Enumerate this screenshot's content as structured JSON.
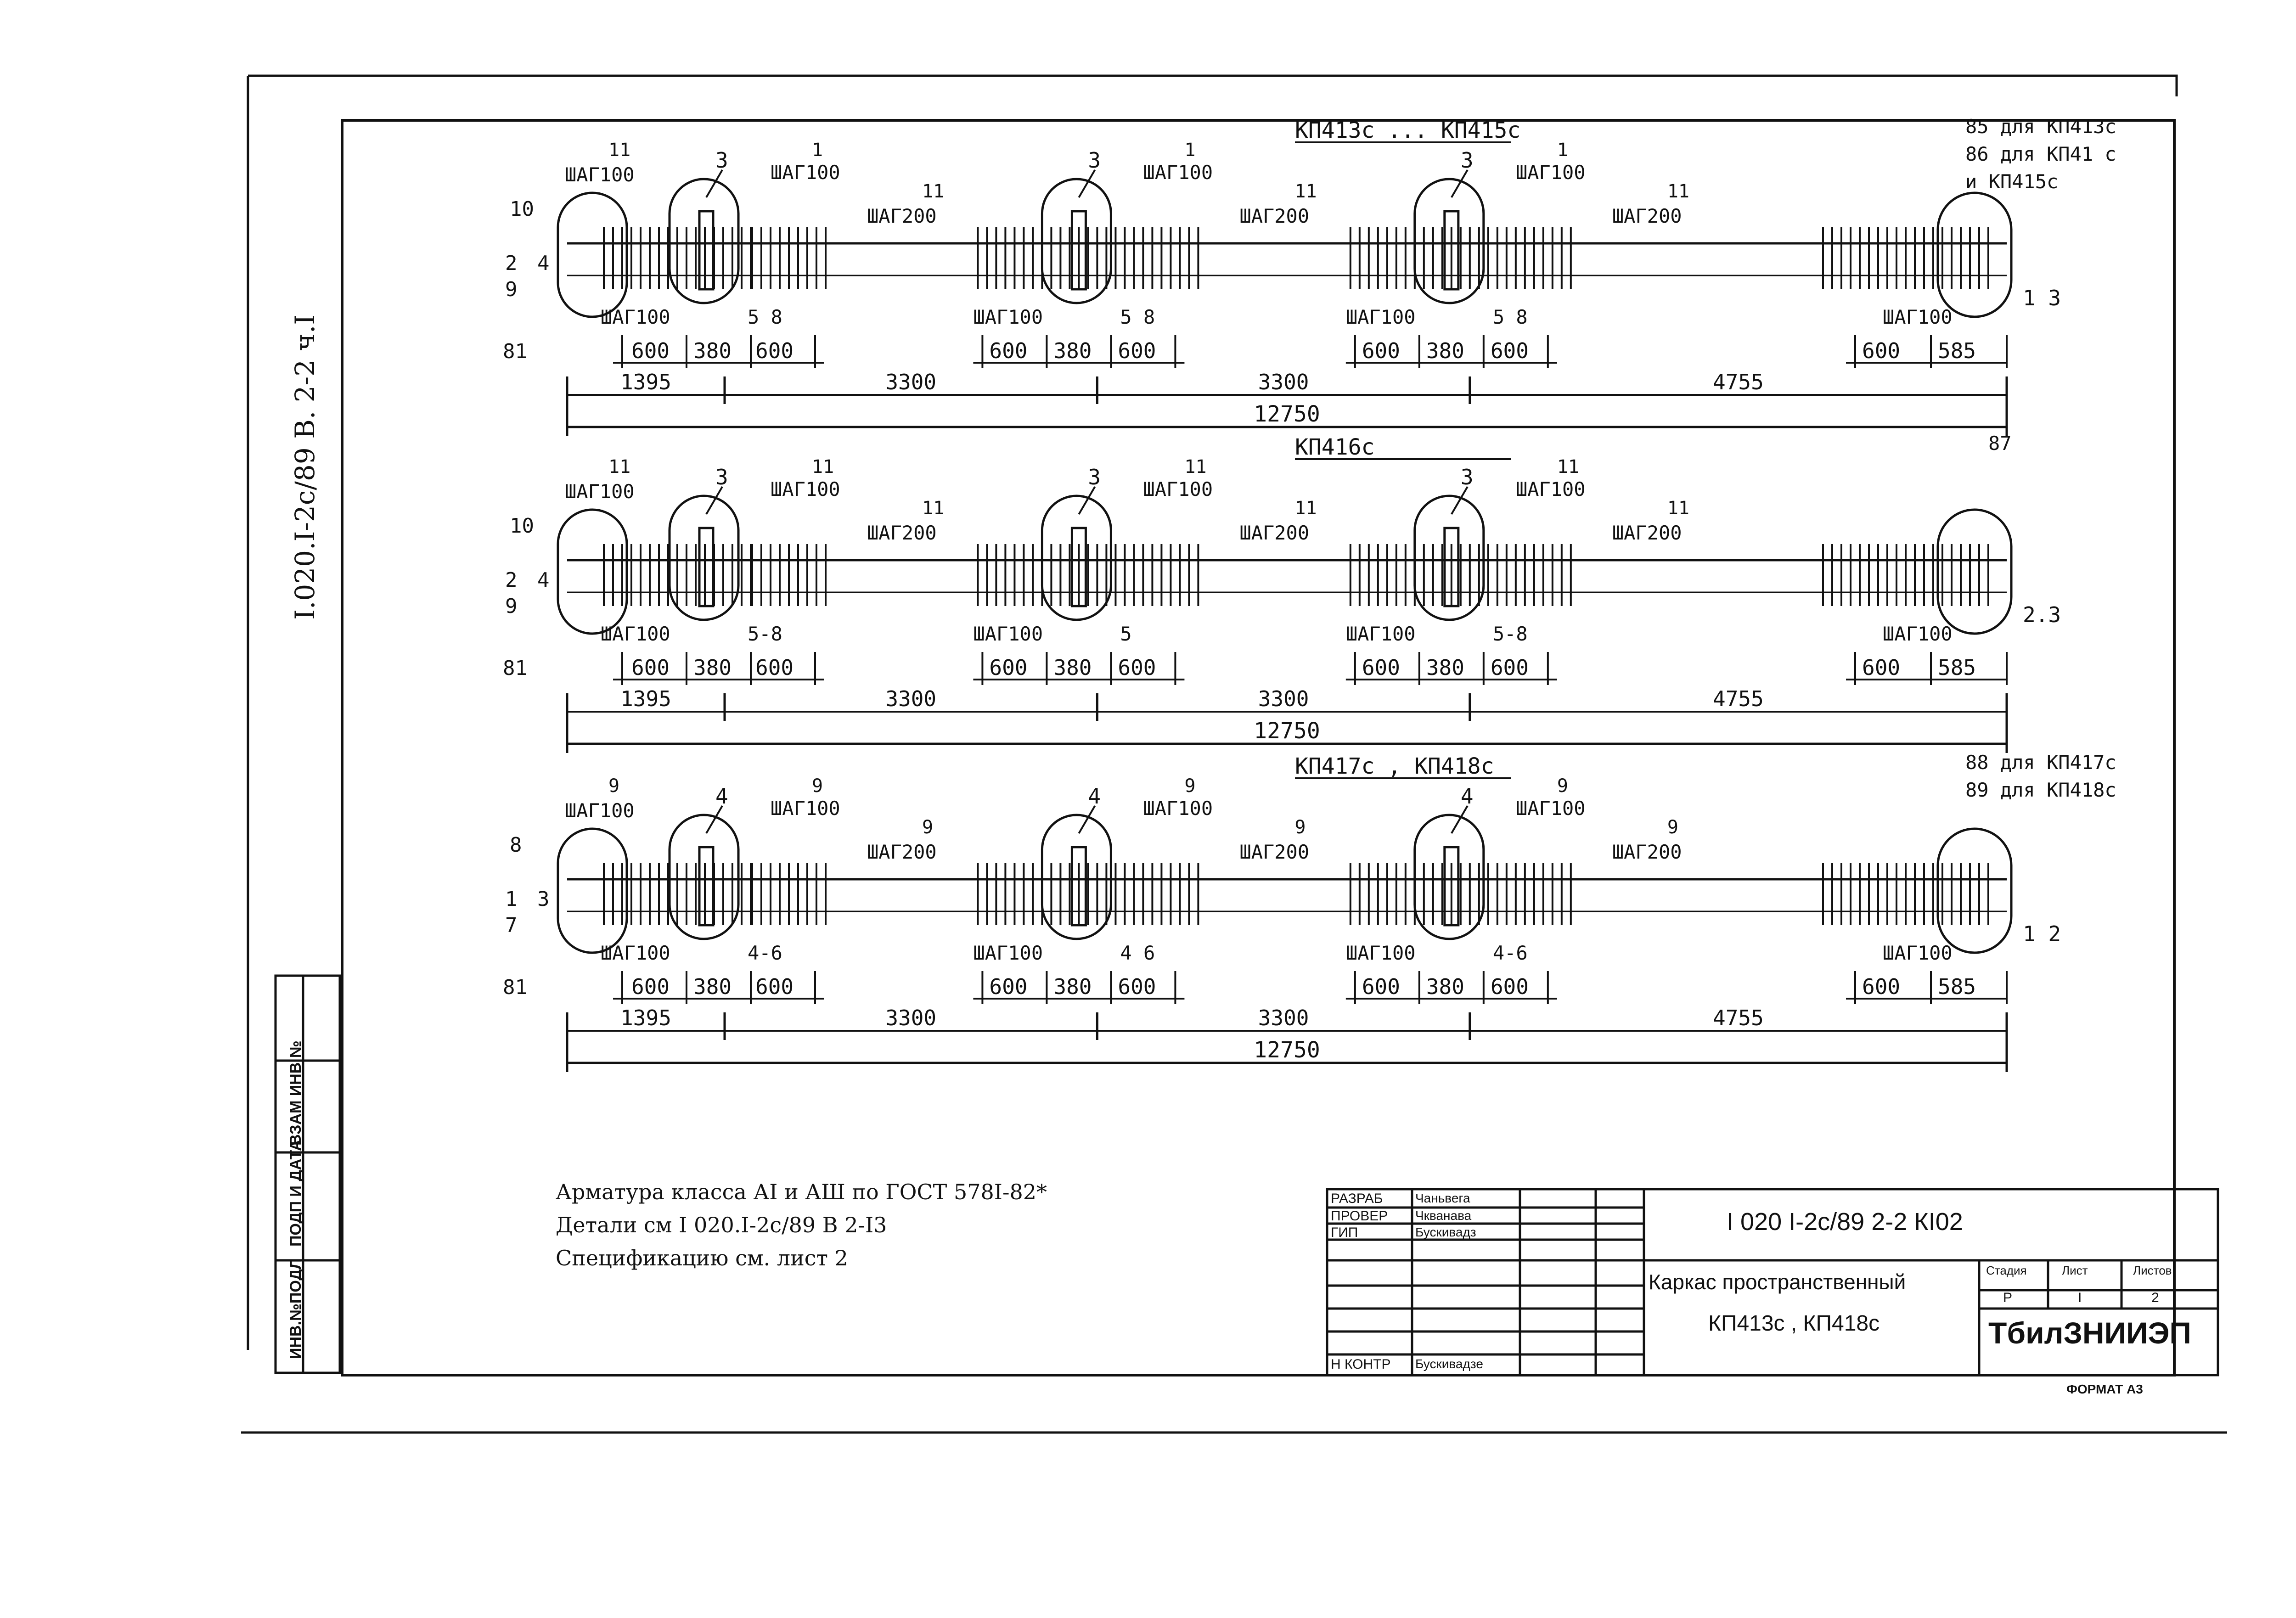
{
  "side_code": "I.020.I-2c/89  В. 2-2  ч.I",
  "side_stamp": [
    "ИНВ.№ПОДЛ",
    "ПОДП И ДАТА",
    "ВЗАМ ИНВ №"
  ],
  "notes": [
    "Арматура класса АI и АШ по ГОСТ 578I-82*",
    "Детали см  I 020.I-2с/89 В 2-I3",
    "Спецификацию см. лист 2"
  ],
  "diagrams": [
    {
      "title": "КП413с ... КП415с",
      "right_marks": [
        "85  для  КП413с",
        "86  для  КП41 с",
        "и КП415с"
      ],
      "left_marks": [
        "10",
        "2",
        "4",
        "9",
        "81"
      ],
      "end_mark": "1 3",
      "node_marks": [
        "3",
        "3",
        "3"
      ],
      "bar_labels": [
        "11",
        "ШАГ100",
        "1",
        "ШАГ100",
        "11",
        "ШАГ200"
      ],
      "bottom_labels": [
        "5 8",
        "5 8",
        "5 8"
      ],
      "step_labels": [
        "ШАГ100",
        "ШАГ100",
        "ШАГ100"
      ],
      "sub_dims": [
        "600",
        "380",
        "600",
        "600",
        "380",
        "600",
        "600",
        "380",
        "600",
        "600",
        "585"
      ],
      "main_dims": [
        "1395",
        "3300",
        "3300",
        "4755"
      ],
      "total": "12750"
    },
    {
      "title": "КП416с",
      "right_marks": [
        "87"
      ],
      "left_marks": [
        "10",
        "2",
        "4",
        "9",
        "81"
      ],
      "end_mark": "2.3",
      "node_marks": [
        "3",
        "3",
        "3"
      ],
      "bar_labels": [
        "11",
        "ШАГ100",
        "11",
        "ШАГ100",
        "11",
        "ШАГ200"
      ],
      "bottom_labels": [
        "5-8",
        "5",
        "5-8"
      ],
      "step_labels": [
        "ШАГ100",
        "ШАГ100",
        "ШАГ100"
      ],
      "sub_dims": [
        "600",
        "380",
        "600",
        "600",
        "380",
        "600",
        "600",
        "380",
        "600",
        "600",
        "585"
      ],
      "main_dims": [
        "1395",
        "3300",
        "3300",
        "4755"
      ],
      "total": "12750"
    },
    {
      "title": "КП417с , КП418с",
      "right_marks": [
        "88  для  КП417с",
        "89  для  КП418с"
      ],
      "left_marks": [
        "8",
        "1",
        "3",
        "7",
        "81"
      ],
      "end_mark": "1 2",
      "node_marks": [
        "4",
        "4",
        "4"
      ],
      "bar_labels": [
        "9",
        "ШАГ100",
        "9",
        "ШАГ100",
        "9",
        "ШАГ200"
      ],
      "bottom_labels": [
        "4-6",
        "4 6",
        "4-6"
      ],
      "step_labels": [
        "ШАГ100",
        "ШАГ100",
        "ШАГ100"
      ],
      "sub_dims": [
        "600",
        "380",
        "600",
        "600",
        "380",
        "600",
        "600",
        "380",
        "600",
        "600",
        "585"
      ],
      "main_dims": [
        "1395",
        "3300",
        "3300",
        "4755"
      ],
      "total": "12750"
    }
  ],
  "title_block": {
    "roles": [
      "РАЗРАБ",
      "ПРОВЕР",
      "ГИП",
      "Н КОНТР"
    ],
    "names": [
      "Чаньвега",
      "Чкванава",
      "Бускивадз",
      "Бускивадзе"
    ],
    "doc_code": "I 020 I-2с/89  2-2  КI02",
    "title_line1": "Каркас пространственный",
    "title_line2": "КП413с , КП418с",
    "stage_head": "Стадия",
    "sheet_head": "Лист",
    "sheets_head": "Листов",
    "stage": "Р",
    "sheet": "I",
    "sheets": "2",
    "org": "ТбилЗНИИЭП"
  },
  "forma": "ФОРМАТ А3"
}
